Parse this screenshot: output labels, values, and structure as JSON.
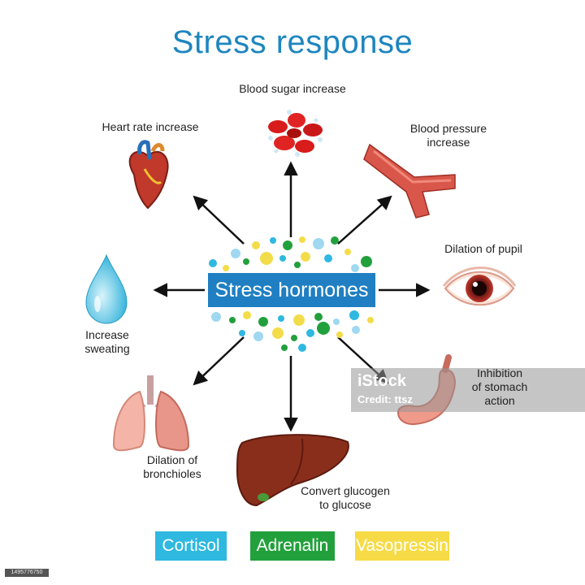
{
  "title": "Stress response",
  "center_label": "Stress hormones",
  "effects": {
    "blood_sugar": "Blood sugar increase",
    "heart_rate": "Heart rate increase",
    "blood_pressure_1": "Blood pressure",
    "blood_pressure_2": "increase",
    "pupil": "Dilation of pupil",
    "sweating_1": "Increase",
    "sweating_2": "sweating",
    "stomach_1": "Inhibition",
    "stomach_2": "of stomach",
    "stomach_3": "action",
    "bronchioles_1": "Dilation of",
    "bronchioles_2": "bronchioles",
    "glucose_1": "Convert glucogen",
    "glucose_2": "to glucose"
  },
  "legend": {
    "cortisol": "Cortisol",
    "adrenalin": "Adrenalin",
    "vasopressin": "Vasopressin"
  },
  "legend_colors": {
    "cortisol": "#2fb8e0",
    "adrenalin": "#22a03c",
    "vasopressin": "#f7db46"
  },
  "watermark": {
    "logo": "iStock",
    "credit": "Credit: ttsz"
  },
  "stock_id": "1495776750"
}
